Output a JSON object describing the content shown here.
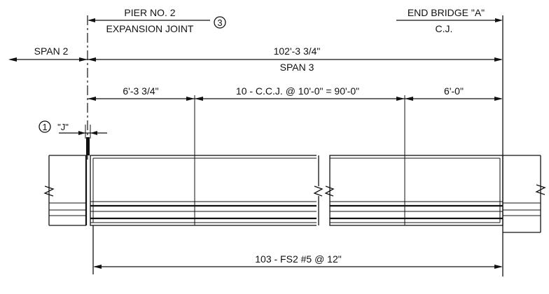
{
  "pier": {
    "title": "PIER NO. 2",
    "subtitle": "EXPANSION JOINT",
    "note_number": "3"
  },
  "end_bridge": {
    "title": "END BRIDGE \"A\"",
    "subtitle": "C.J."
  },
  "spans": {
    "left_label": "SPAN 2",
    "span3_length": "102'-3 3/4\"",
    "span3_label": "SPAN 3"
  },
  "joint_dims": {
    "left_end": "6'-3 3/4\"",
    "middle": "10 - C.C.J. @ 10'-0\" = 90'-0\"",
    "right_end": "6'-0\""
  },
  "joint_gap": {
    "note_number": "1",
    "label": "\"J\""
  },
  "reinforcement": {
    "label": "103 - FS2 #5 @ 12\""
  }
}
